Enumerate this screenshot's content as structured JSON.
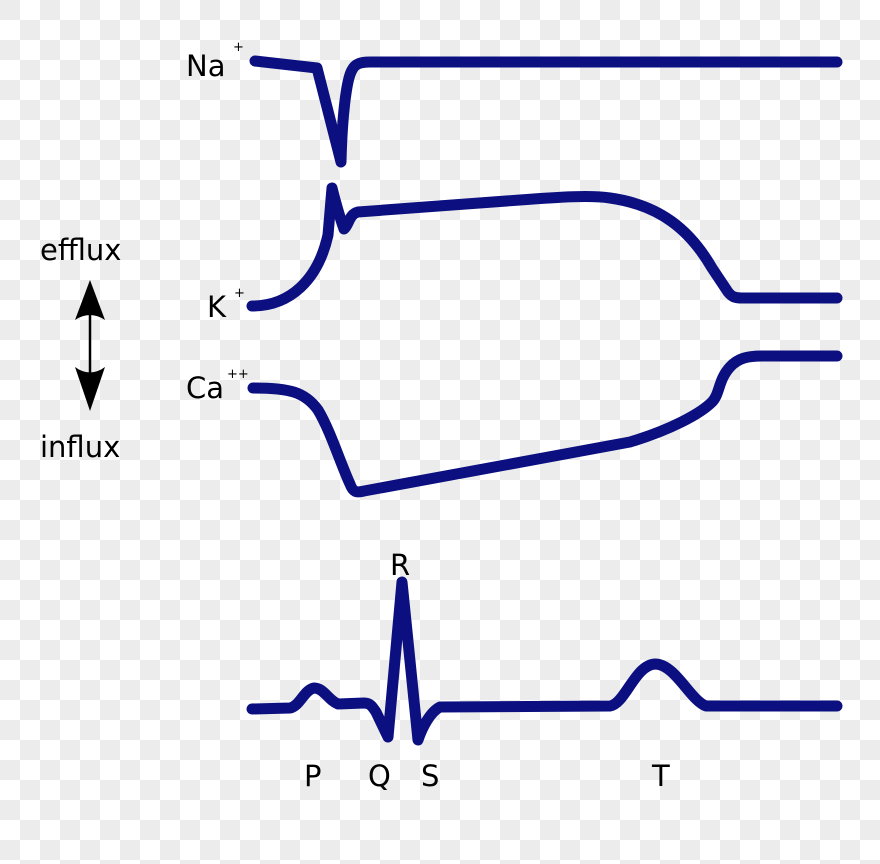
{
  "colors": {
    "trace": "#0c0f80",
    "text": "#000000",
    "arrow": "#000000"
  },
  "legend": {
    "top_label": "efflux",
    "bottom_label": "influx",
    "arrow_icon": "double-vertical-arrow"
  },
  "ions": [
    {
      "symbol": "Na",
      "charge": "+"
    },
    {
      "symbol": "K",
      "charge": "+"
    },
    {
      "symbol": "Ca",
      "charge": "++"
    }
  ],
  "ecg": {
    "waves": [
      "P",
      "Q",
      "R",
      "S",
      "T"
    ]
  },
  "chart_data": {
    "type": "line",
    "title": "",
    "description": "Ion currents (Na+, K+, Ca++) aligned with ECG waveform (P, QRS, T)",
    "ylabel_top": "efflux",
    "ylabel_bottom": "influx",
    "series": [
      {
        "name": "Na+",
        "shape": "brief sharp inward spike at QRS onset, then flat baseline"
      },
      {
        "name": "K+",
        "shape": "rises with small spike at QRS, sustained plateau, falls back during T wave"
      },
      {
        "name": "Ca++",
        "shape": "drops sharply at QRS to peak influx, slowly recovers, returns to baseline after T wave"
      },
      {
        "name": "ECG",
        "shape": "P wave, Q dip, tall R peak, S dip, flat ST segment, T wave"
      }
    ],
    "annotations": [
      "Na+",
      "K+",
      "Ca++",
      "efflux",
      "influx",
      "P",
      "Q",
      "R",
      "S",
      "T"
    ]
  }
}
